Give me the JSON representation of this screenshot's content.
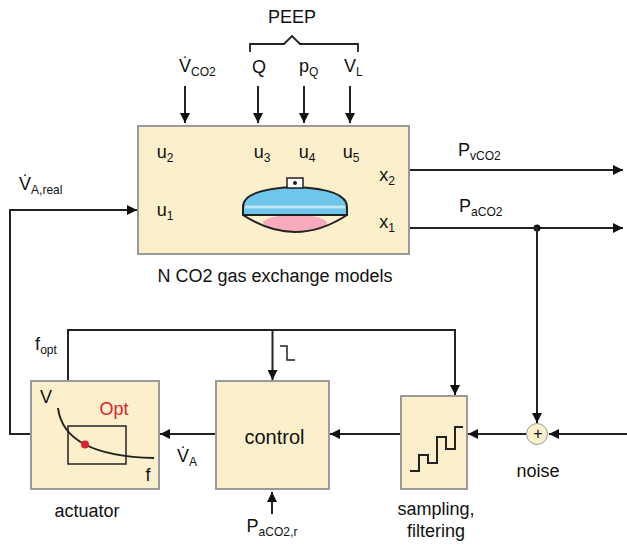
{
  "diagram": {
    "nodes": [
      {
        "text": [
          "u2",
          "u3",
          "u4",
          "u5",
          "u1",
          "x2",
          "x1",
          "N CO2 gas exchange models"
        ]
      },
      {
        "text": [
          "V",
          "Opt",
          "f",
          "actuator"
        ]
      },
      {
        "text": [
          "control"
        ]
      },
      {
        "text": [
          "sampling, filtering"
        ]
      },
      {
        "text": [
          "+",
          "noise"
        ]
      }
    ],
    "edges": [
      {
        "from": 0,
        "to": 4,
        "arrow": "to",
        "label": "PaCO2"
      },
      {
        "from": 4,
        "to": 3,
        "arrow": "to"
      },
      {
        "from": 3,
        "to": 2,
        "arrow": "to"
      },
      {
        "from": 2,
        "to": 1,
        "arrow": "to",
        "label": "V̇A"
      },
      {
        "from": 1,
        "to": 0,
        "arrow": "to",
        "label": "V̇A,real"
      },
      {
        "from": 1,
        "to": 2,
        "arrow": "to",
        "label": "fopt"
      },
      {
        "from": 1,
        "to": 3,
        "arrow": "to"
      }
    ],
    "labels": [
      "PEEP",
      "V̇CO2",
      "Q",
      "pQ",
      "VL",
      "PvCO2",
      "PaCO2,r"
    ]
  }
}
